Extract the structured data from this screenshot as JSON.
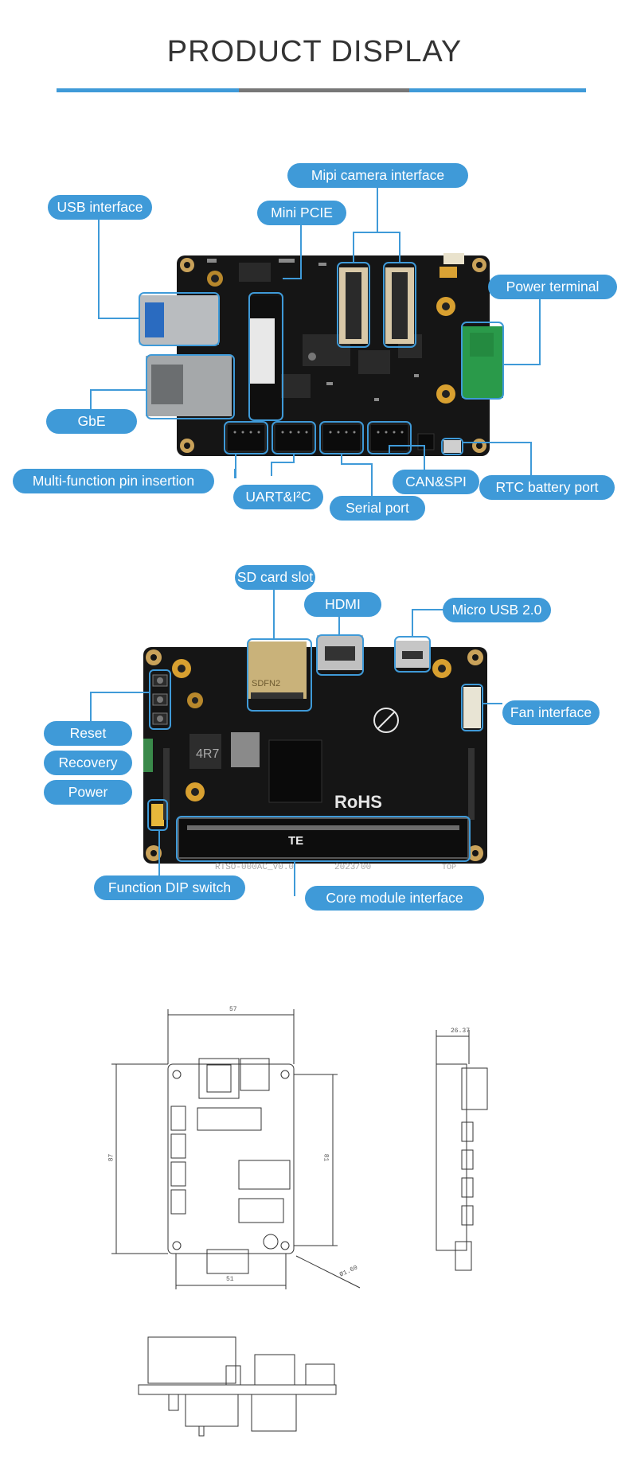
{
  "page": {
    "title": "PRODUCT DISPLAY",
    "colors": {
      "accent": "#3f9ad8",
      "bar_gray": "#777777",
      "board": "#161616"
    }
  },
  "board_top": {
    "labels": {
      "mipi": "Mipi camera interface",
      "usb": "USB interface",
      "pcie": "Mini PCIE",
      "power_terminal": "Power terminal",
      "gbe": "GbE",
      "multi_pin": "Multi-function pin insertion",
      "uart": "UART&I²C",
      "serial": "Serial port",
      "canspi": "CAN&SPI",
      "rtc": "RTC battery port"
    }
  },
  "board_bottom": {
    "labels": {
      "sd": "SD card slot",
      "hdmi": "HDMI",
      "microusb": "Micro USB 2.0",
      "fan": "Fan interface",
      "reset": "Reset",
      "recovery": "Recovery",
      "power": "Power",
      "dip": "Function DIP switch",
      "core": "Core module interface"
    },
    "silkscreen": {
      "rohs": "RoHS",
      "part": "4R7",
      "sd_text": "SDFN2",
      "model": "RTSO-000AC_V0.0",
      "date": "2023/00",
      "top": "TOP",
      "te": "TE"
    }
  },
  "drawings": {
    "width": "57",
    "side": "26.37",
    "height": "87",
    "inner_height": "81",
    "bottom_width": "51",
    "hole": "Ø1.60"
  }
}
